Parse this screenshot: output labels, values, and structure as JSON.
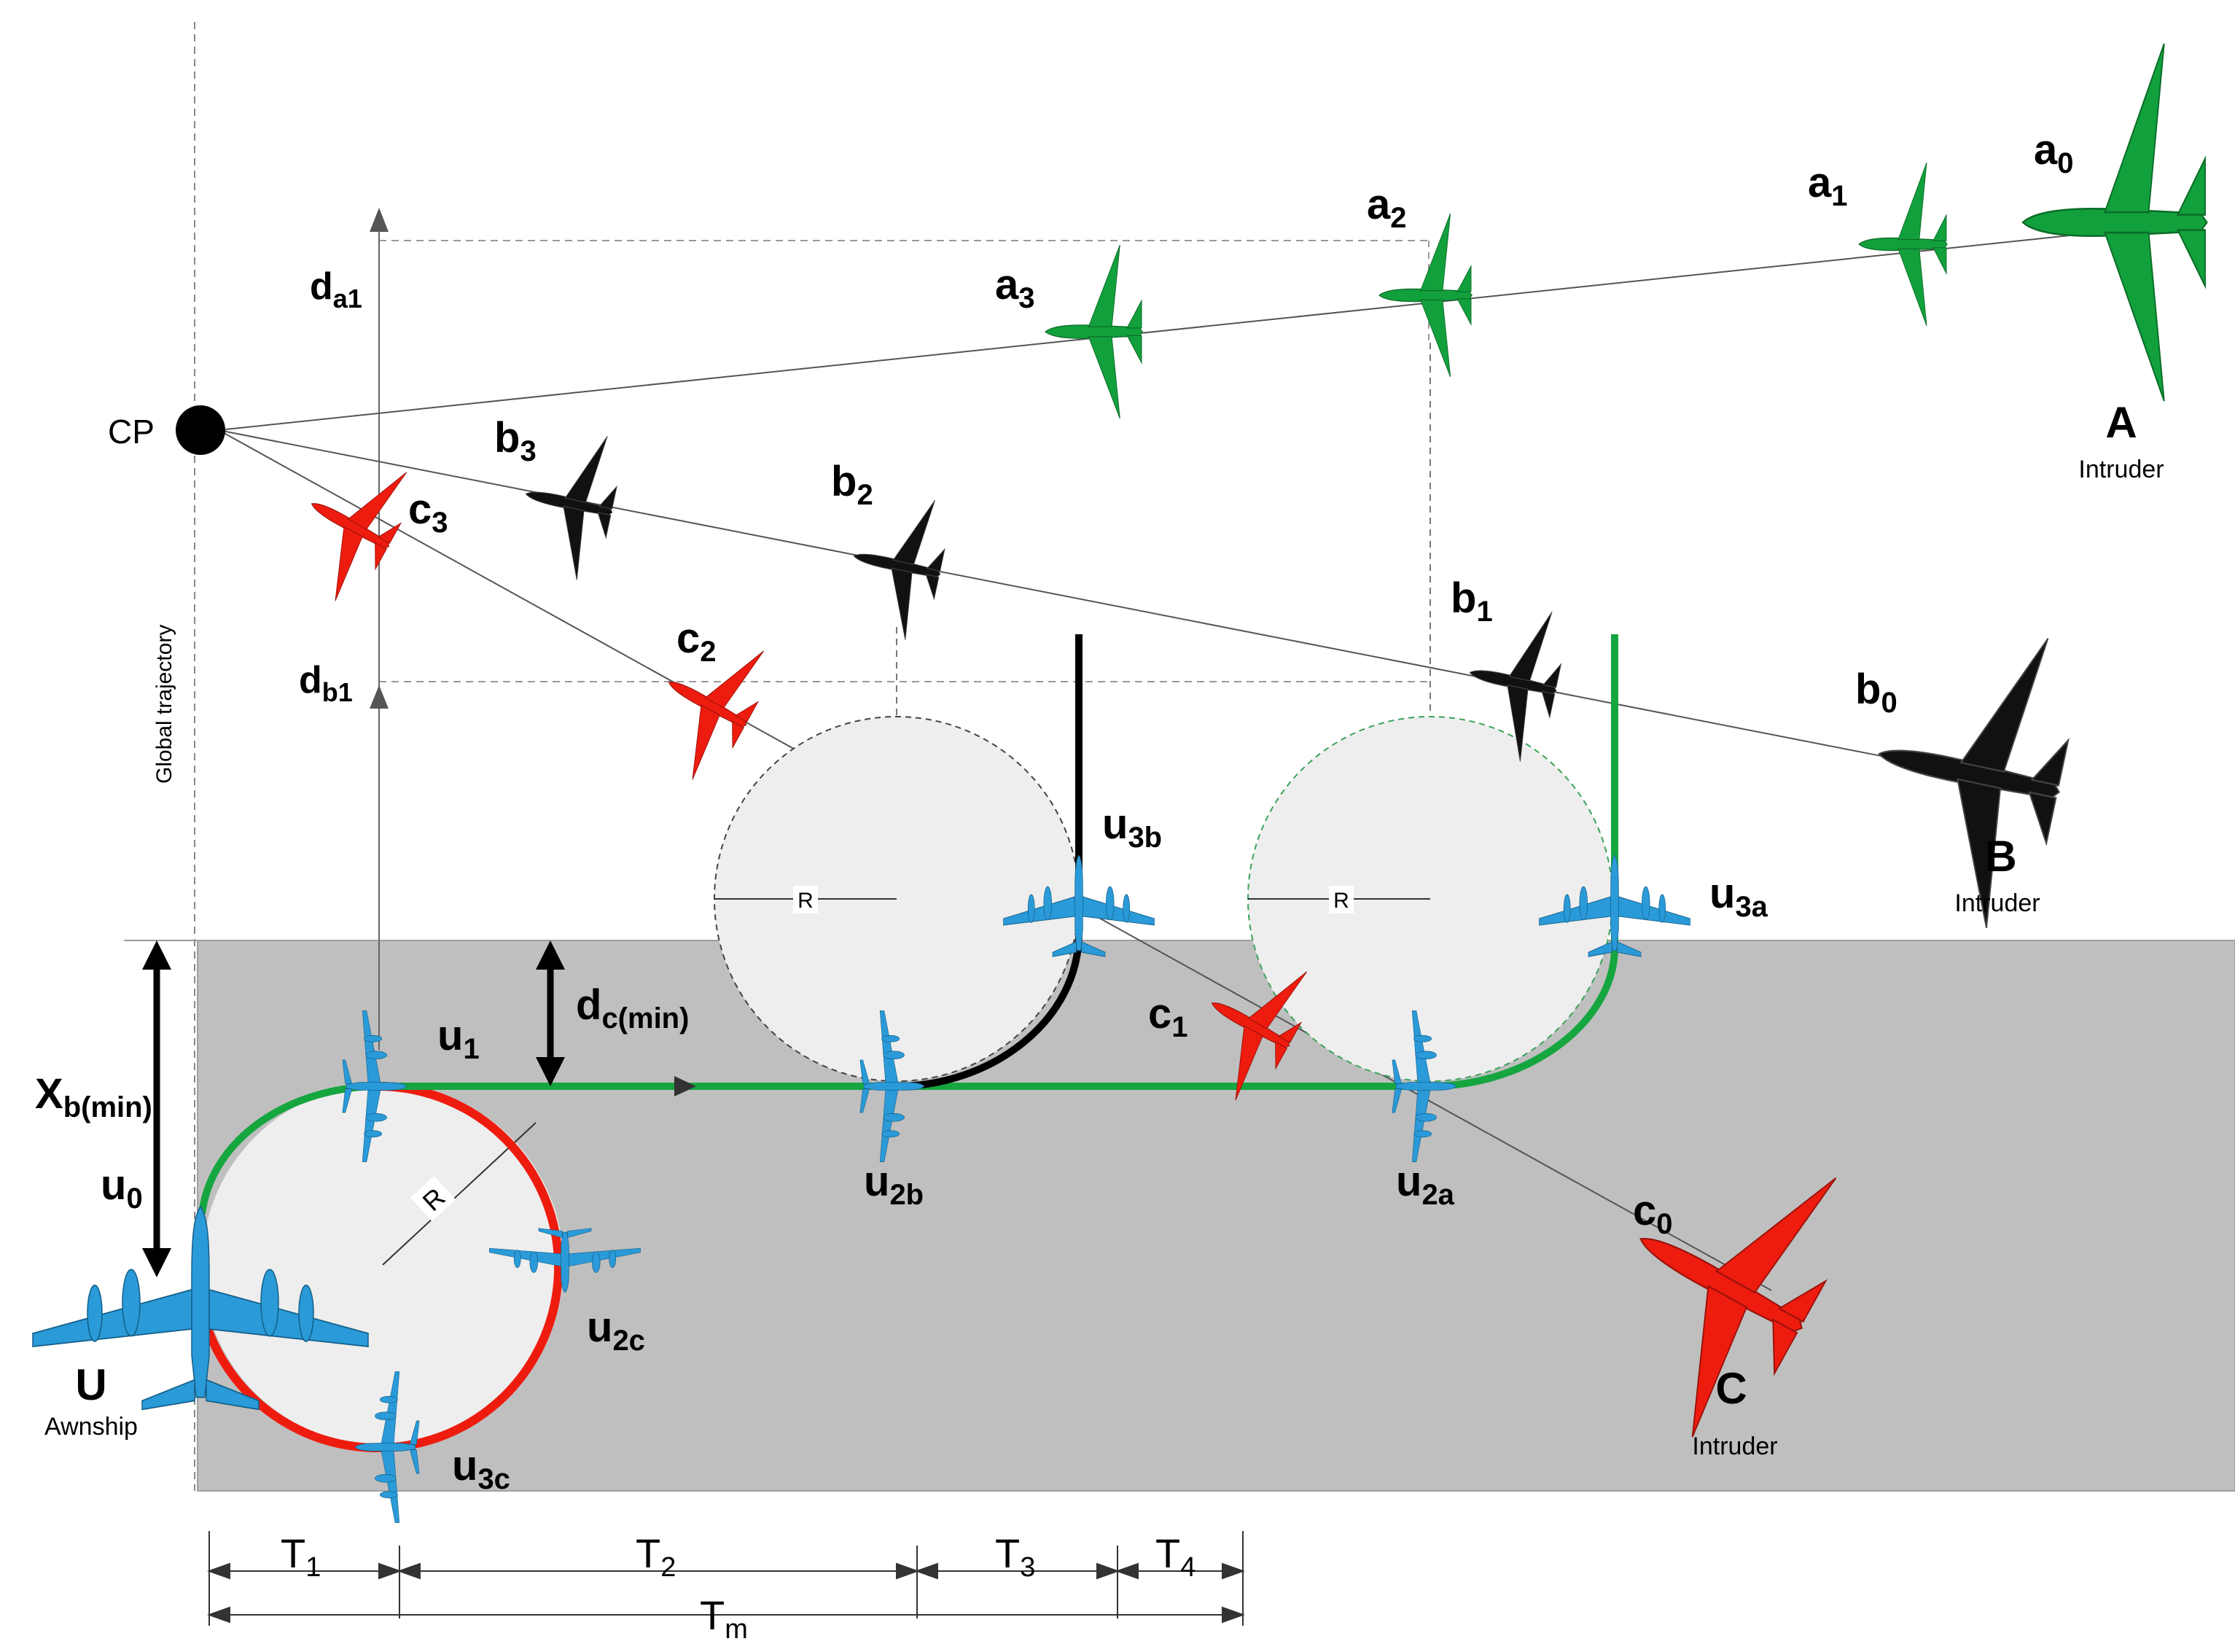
{
  "colors": {
    "ownship": "#2a9ad8",
    "intruder_a": "#12a03c",
    "intruder_b": "#111111",
    "intruder_c": "#ee1c0f",
    "zone": "#bfbfbf",
    "circle_fill": "#eeeeee",
    "path_green": "#16a640",
    "path_red": "#ee1c0f",
    "path_black": "#000000"
  },
  "labels": {
    "cp": "CP",
    "global_trajectory": "Global trajectory",
    "radius": "R",
    "ownship": {
      "letter": "U",
      "caption": "Awnship"
    },
    "intruder_a": {
      "letter": "A",
      "caption": "Intruder"
    },
    "intruder_b": {
      "letter": "B",
      "caption": "Intruder"
    },
    "intruder_c": {
      "letter": "C",
      "caption": "Intruder"
    },
    "a0": {
      "base": "a",
      "sub": "0"
    },
    "a1": {
      "base": "a",
      "sub": "1"
    },
    "a2": {
      "base": "a",
      "sub": "2"
    },
    "a3": {
      "base": "a",
      "sub": "3"
    },
    "b0": {
      "base": "b",
      "sub": "0"
    },
    "b1": {
      "base": "b",
      "sub": "1"
    },
    "b2": {
      "base": "b",
      "sub": "2"
    },
    "b3": {
      "base": "b",
      "sub": "3"
    },
    "c0": {
      "base": "c",
      "sub": "0"
    },
    "c1": {
      "base": "c",
      "sub": "1"
    },
    "c2": {
      "base": "c",
      "sub": "2"
    },
    "c3": {
      "base": "c",
      "sub": "3"
    },
    "u0": {
      "base": "u",
      "sub": "0"
    },
    "u1": {
      "base": "u",
      "sub": "1"
    },
    "u2a": {
      "base": "u",
      "sub": "2a"
    },
    "u2b": {
      "base": "u",
      "sub": "2b"
    },
    "u2c": {
      "base": "u",
      "sub": "2c"
    },
    "u3a": {
      "base": "u",
      "sub": "3a"
    },
    "u3b": {
      "base": "u",
      "sub": "3b"
    },
    "u3c": {
      "base": "u",
      "sub": "3c"
    },
    "da1": {
      "base": "d",
      "sub": "a1"
    },
    "db1": {
      "base": "d",
      "sub": "b1"
    },
    "dc_min": {
      "base": "d",
      "sub": "c(min)"
    },
    "xb_min": {
      "base": "X",
      "sub": "b(min)"
    },
    "t1": {
      "base": "T",
      "sub": "1"
    },
    "t2": {
      "base": "T",
      "sub": "2"
    },
    "t3": {
      "base": "T",
      "sub": "3"
    },
    "t4": {
      "base": "T",
      "sub": "4"
    },
    "tm": {
      "base": "T",
      "sub": "m"
    }
  },
  "icons": [
    "ownship-aircraft-icon",
    "intruder-aircraft-icon"
  ]
}
